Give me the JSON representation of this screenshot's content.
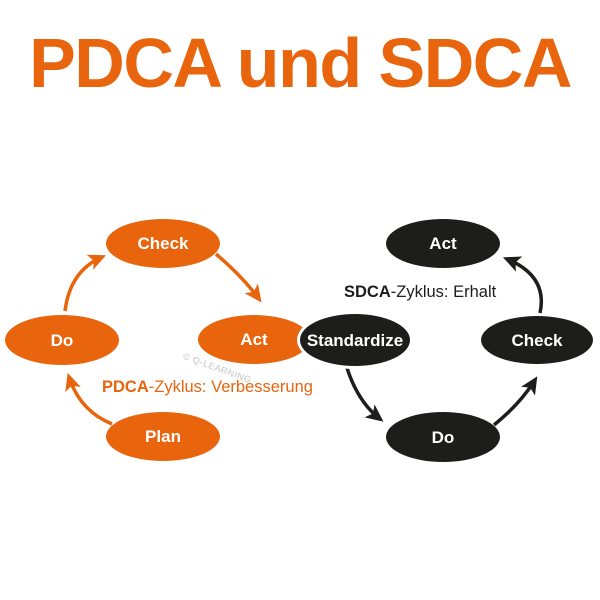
{
  "title": "PDCA und SDCA",
  "colors": {
    "orange": "#E8650D",
    "dark": "#1D1D1B",
    "node_text": "#FFFFFF",
    "watermark": "#C4C4C4",
    "background": "#FFFFFF"
  },
  "pdca": {
    "caption_bold": "PDCA",
    "caption_rest": "-Zyklus: Verbesserung",
    "nodes": [
      {
        "label": "Check",
        "position": "top"
      },
      {
        "label": "Do",
        "position": "left"
      },
      {
        "label": "Act",
        "position": "right"
      },
      {
        "label": "Plan",
        "position": "bottom"
      }
    ]
  },
  "sdca": {
    "caption_bold": "SDCA",
    "caption_rest": "-Zyklus: Erhalt",
    "nodes": [
      {
        "label": "Act",
        "position": "top"
      },
      {
        "label": "Standardize",
        "position": "left"
      },
      {
        "label": "Check",
        "position": "right"
      },
      {
        "label": "Do",
        "position": "bottom"
      }
    ]
  },
  "watermark": "© Q-LEARNING"
}
